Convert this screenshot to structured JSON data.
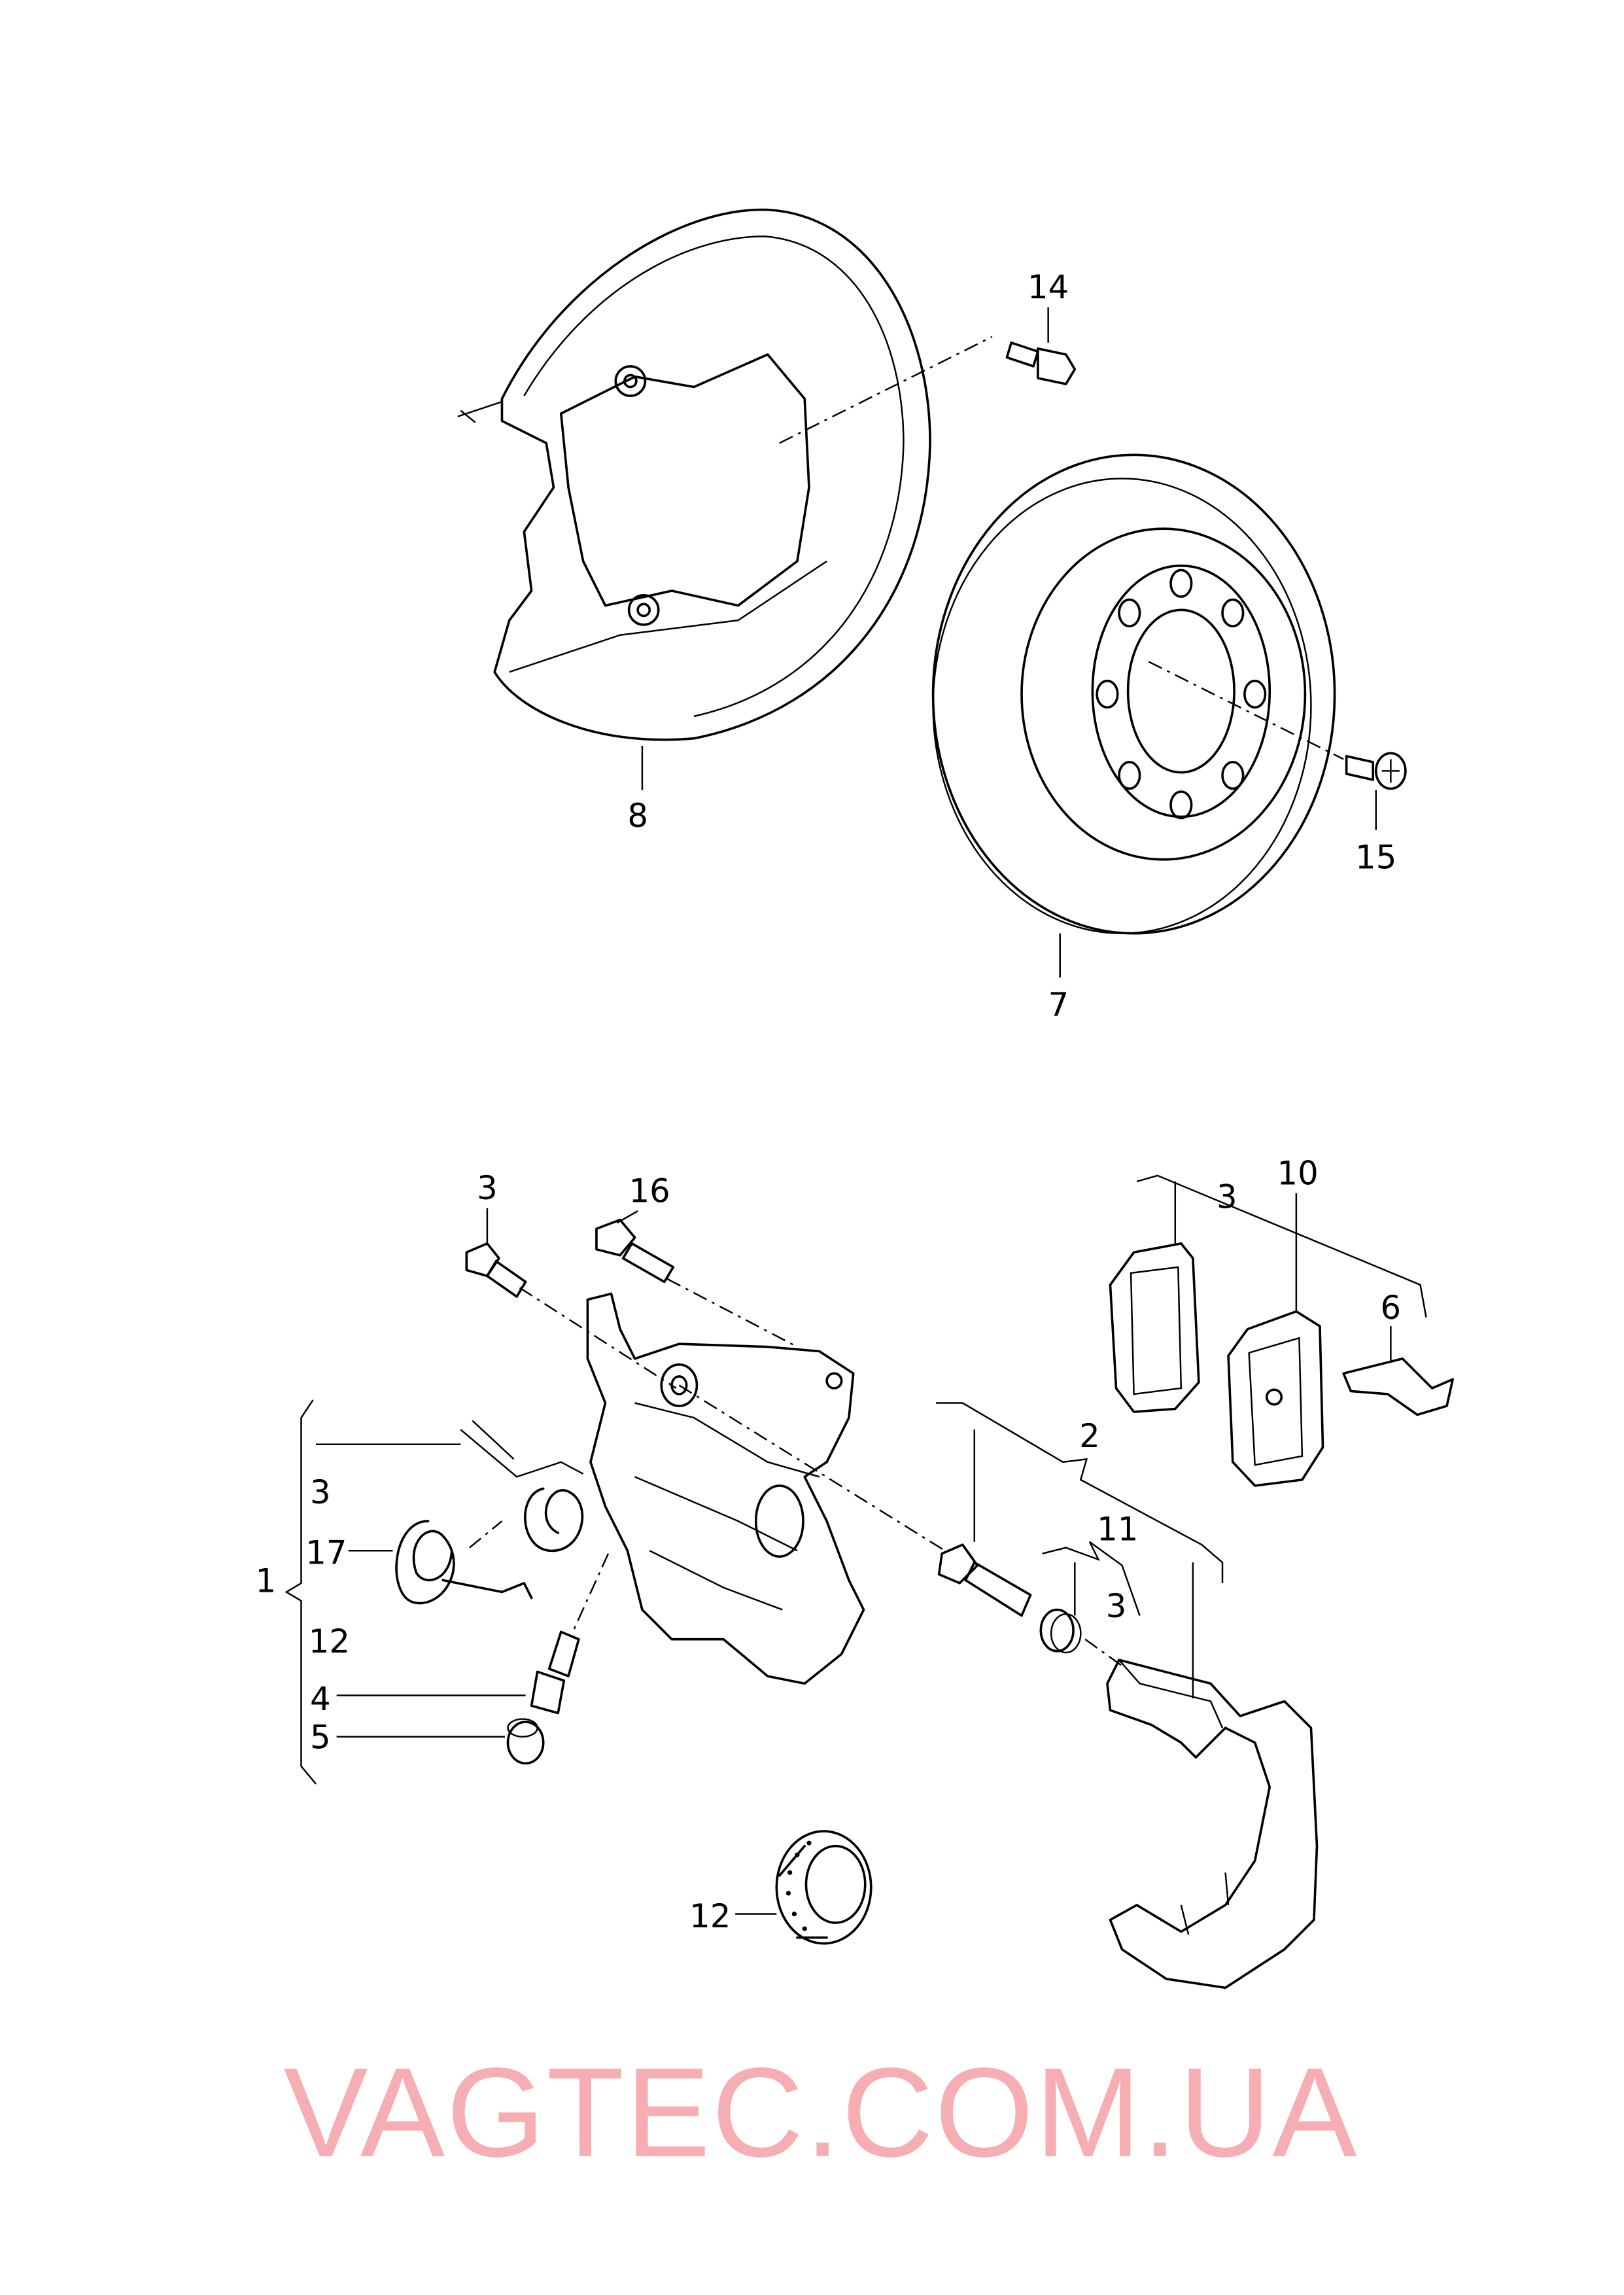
{
  "watermark": "VAGTEC.COM.UA",
  "colors": {
    "line": "#000000",
    "watermark": "#f4a0a6",
    "background": "#ffffff"
  },
  "callouts": {
    "c14": "14",
    "c8": "8",
    "c15": "15",
    "c7": "7",
    "c3_bolt": "3",
    "c16": "16",
    "c10": "10",
    "c3_pads": "3",
    "c6": "6",
    "c2": "2",
    "c3_group": "3",
    "c17": "17",
    "c1": "1",
    "c12_group": "12",
    "c11": "11",
    "c3_pin": "3",
    "c4": "4",
    "c5": "5",
    "c12_seal": "12"
  }
}
